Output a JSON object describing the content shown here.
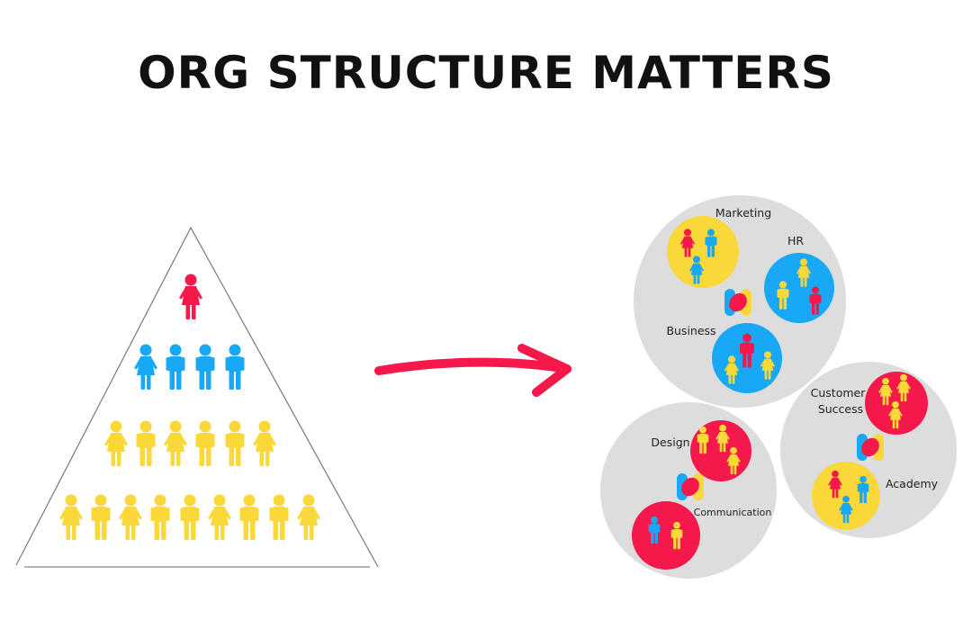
{
  "title": "ORG STRUCTURE MATTERS",
  "colors": {
    "red": "#f5184a",
    "blue": "#19a8f5",
    "yellow": "#fbd83a",
    "gray": "#dddddd",
    "line": "#777777"
  },
  "pyramid": {
    "rows": [
      {
        "color": "red",
        "count": 1
      },
      {
        "color": "blue",
        "count": 4
      },
      {
        "color": "yellow",
        "count": 6
      },
      {
        "color": "yellow",
        "count": 9
      }
    ]
  },
  "arrow": {
    "color": "#f5184a"
  },
  "clusters": [
    {
      "teams": [
        {
          "label": "Marketing",
          "circle": "yellow",
          "people": [
            "red",
            "blue",
            "blue"
          ]
        },
        {
          "label": "HR",
          "circle": "blue",
          "people": [
            "yellow",
            "yellow",
            "red"
          ]
        },
        {
          "label": "Business",
          "circle": "blue",
          "people": [
            "red",
            "yellow",
            "yellow"
          ]
        }
      ]
    },
    {
      "teams": [
        {
          "label": "Design",
          "circle": "red",
          "people": [
            "yellow",
            "yellow",
            "yellow"
          ]
        },
        {
          "label": "Communication",
          "circle": "red",
          "people": [
            "blue",
            "yellow"
          ]
        }
      ]
    },
    {
      "teams": [
        {
          "label_line1": "Customer",
          "label_line2": "Success",
          "circle": "red",
          "people": [
            "yellow",
            "yellow",
            "yellow"
          ]
        },
        {
          "label": "Academy",
          "circle": "yellow",
          "people": [
            "red",
            "blue",
            "blue"
          ]
        }
      ]
    }
  ]
}
